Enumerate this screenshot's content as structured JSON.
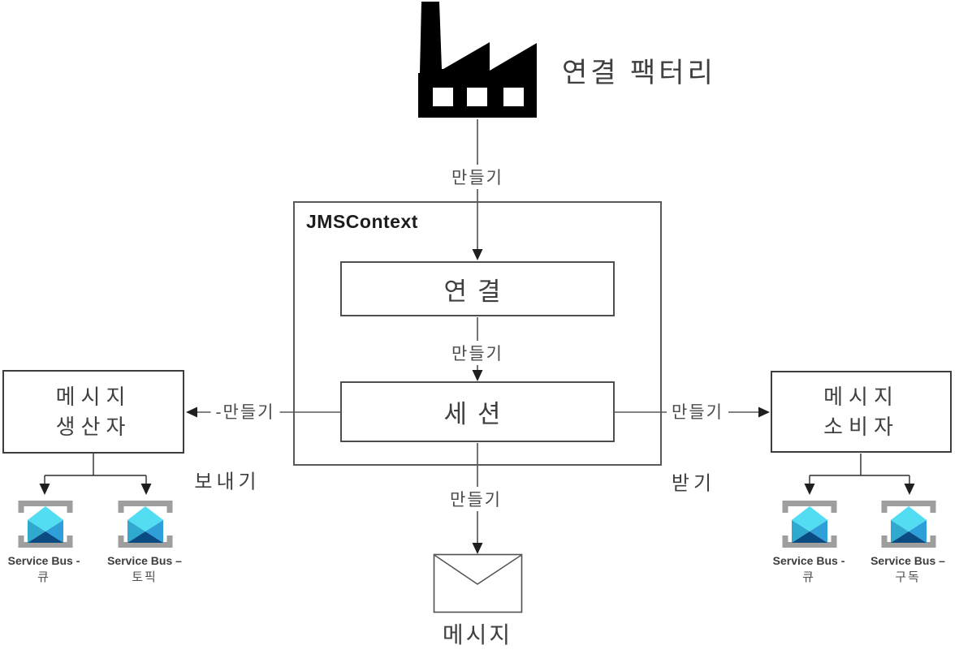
{
  "diagram": {
    "factory_label": "연결 팩터리",
    "jms_context_label": "JMSContext",
    "connection_label": "연결",
    "session_label": "세션",
    "producer": {
      "line1": "메시지",
      "line2": "생산자"
    },
    "consumer": {
      "line1": "메시지",
      "line2": "소비자"
    },
    "message_label": "메시지",
    "edges": {
      "factory_to_connection": "만들기",
      "connection_to_session": "만들기",
      "session_to_producer": "-만들기",
      "session_to_consumer": "만들기",
      "session_to_message": "만들기",
      "send": "보내기",
      "receive": "받기"
    },
    "service_bus_nodes": [
      {
        "line1": "Service Bus -",
        "line2": "큐"
      },
      {
        "line1": "Service Bus –",
        "line2": "토픽"
      },
      {
        "line1": "Service Bus -",
        "line2": "큐"
      },
      {
        "line1": "Service Bus –",
        "line2": "구독"
      }
    ],
    "colors": {
      "sb_envelope_light": "#52DDF2",
      "sb_envelope_left": "#2FA9CE",
      "sb_envelope_right": "#2F9FD9",
      "sb_envelope_dark": "#0A4B82",
      "sb_bracket": "#9E9E9E",
      "connector_gray": "#595959",
      "line_dark": "#383838",
      "arrowhead": "#1f1f1f",
      "factory_black": "#000000"
    }
  }
}
